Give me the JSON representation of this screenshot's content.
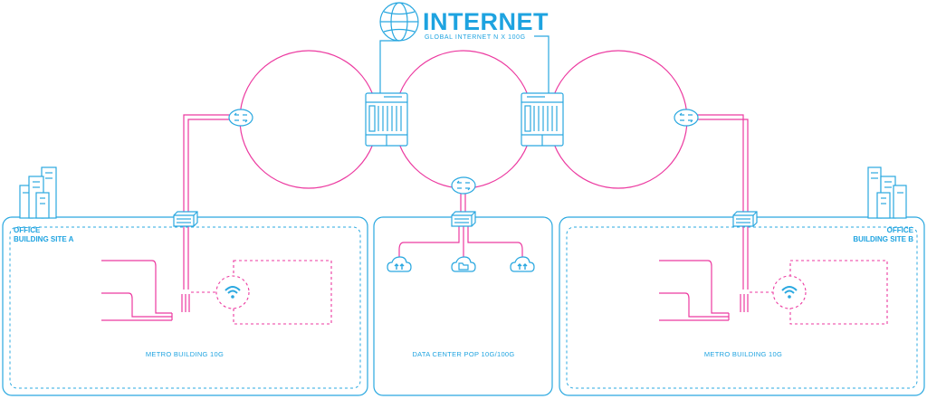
{
  "header": {
    "title": "INTERNET",
    "subtitle": "GLOBAL INTERNET N X 100G"
  },
  "sites": {
    "left": {
      "label_line1": "OFFICE",
      "label_line2": "BUILDING SITE A",
      "caption": "METRO BUILDING 10G"
    },
    "center": {
      "caption": "DATA CENTER POP 10G/100G"
    },
    "right": {
      "label_line1": "OFFICE",
      "label_line2": "BUILDING SITE B",
      "caption": "METRO BUILDING 10G"
    }
  },
  "icons": {
    "globe": "globe-icon",
    "router": "router-icon",
    "switch": "switch-icon",
    "server": "server-rack-icon",
    "wifi": "wifi-icon",
    "cloud_up": "cloud-upload-icon",
    "cloud_folder": "cloud-folder-icon",
    "building": "office-building-icon"
  },
  "colors": {
    "network_blue": "#2aa8e0",
    "fiber_pink": "#ec3aa0",
    "background": "#ffffff"
  }
}
